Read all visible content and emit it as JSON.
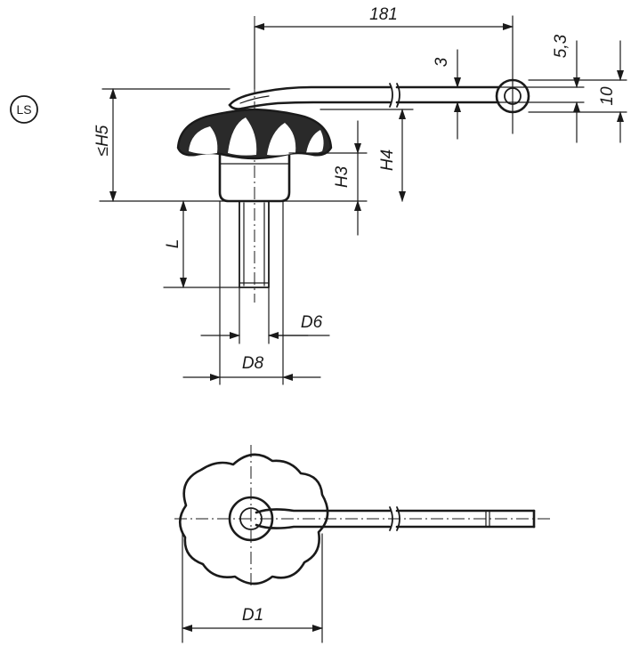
{
  "badge": "LS",
  "dimensions": {
    "length": "181",
    "slot": "3",
    "eye_offset": "5,3",
    "eye_height": "10",
    "h5": "≤H5",
    "h4": "H4",
    "h3": "H3",
    "l": "L",
    "d6": "D6",
    "d8": "D8",
    "d1": "D1"
  }
}
